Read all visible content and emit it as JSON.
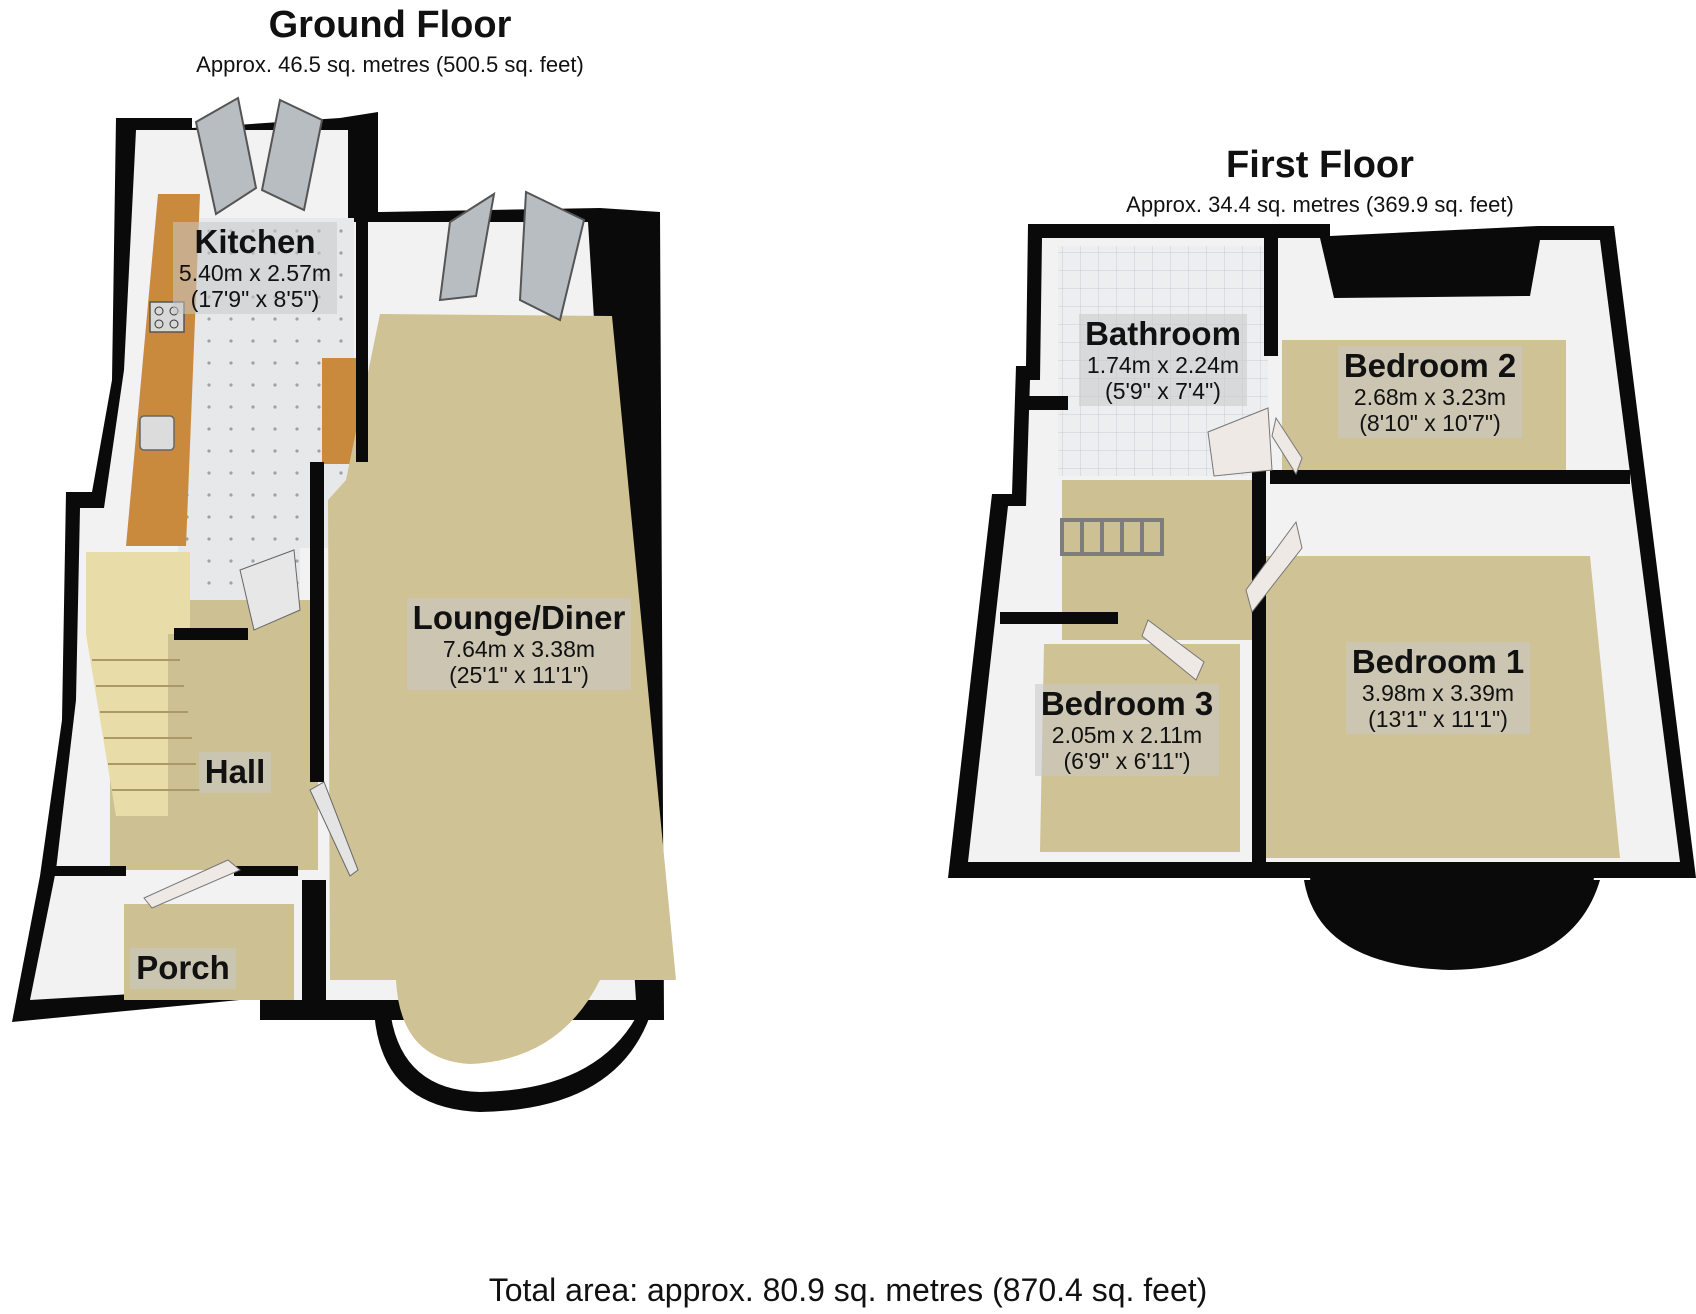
{
  "ground_floor": {
    "title": "Ground Floor",
    "area": "Approx. 46.5 sq. metres (500.5 sq. feet)",
    "rooms": {
      "kitchen": {
        "name": "Kitchen",
        "metric": "5.40m x 2.57m",
        "imperial": "(17'9\" x 8'5\")"
      },
      "lounge": {
        "name": "Lounge/Diner",
        "metric": "7.64m x 3.38m",
        "imperial": "(25'1\" x 11'1\")"
      },
      "hall": {
        "name": "Hall"
      },
      "porch": {
        "name": "Porch"
      }
    }
  },
  "first_floor": {
    "title": "First Floor",
    "area": "Approx. 34.4 sq. metres (369.9 sq. feet)",
    "rooms": {
      "bathroom": {
        "name": "Bathroom",
        "metric": "1.74m x 2.24m",
        "imperial": "(5'9\" x 7'4\")"
      },
      "bedroom2": {
        "name": "Bedroom 2",
        "metric": "2.68m x 3.23m",
        "imperial": "(8'10\" x 10'7\")"
      },
      "bedroom1": {
        "name": "Bedroom 1",
        "metric": "3.98m x 3.39m",
        "imperial": "(13'1\" x 11'1\")"
      },
      "bedroom3": {
        "name": "Bedroom 3",
        "metric": "2.05m x 2.11m",
        "imperial": "(6'9\" x 6'11\")"
      }
    }
  },
  "total_area": "Total area: approx. 80.9 sq. metres (870.4 sq. feet)",
  "colors": {
    "wall": "#0a0a0a",
    "wall_face": "#f2f2f2",
    "carpet": "#cfc294",
    "worktop": "#c98a3e",
    "tile": "#e6e8ea",
    "stairs": "#e8dca8"
  }
}
